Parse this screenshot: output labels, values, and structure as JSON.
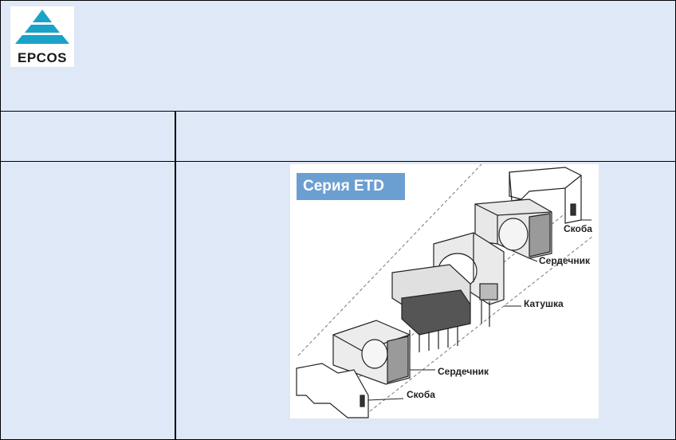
{
  "logo": {
    "text": "EPCOS"
  },
  "figure": {
    "series_label": "Серия ETD",
    "labels": {
      "clip_top": "Скоба",
      "core_top": "Сердечник",
      "bobbin": "Катушка",
      "core_bottom": "Сердечник",
      "clip_bottom": "Скоба"
    }
  }
}
